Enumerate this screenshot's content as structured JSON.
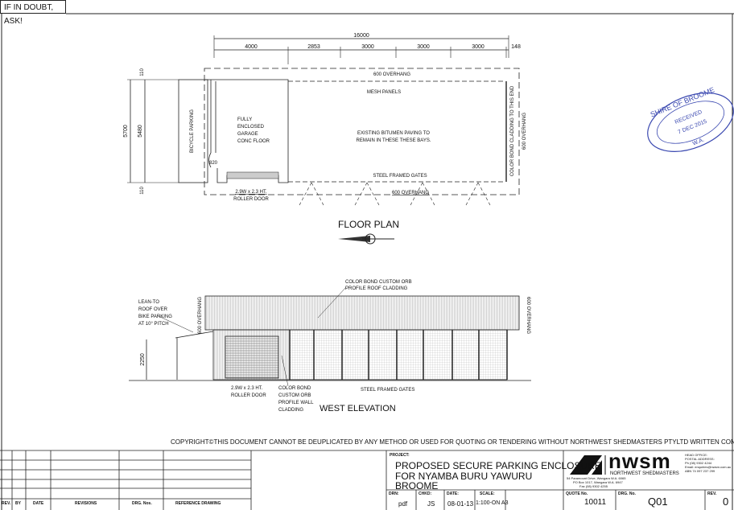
{
  "notice": "IF IN DOUBT, ASK!",
  "floor_plan": {
    "title": "FLOOR PLAN",
    "overall_dim": "16000",
    "bay_dims": [
      "4000",
      "2853",
      "3000",
      "3000",
      "3000",
      "148"
    ],
    "height_dims": {
      "overall": "5700",
      "inner": "5480",
      "top": "110",
      "bottom": "110"
    },
    "labels": {
      "overhang_top": "600 OVERHANG",
      "overhang_bottom": "600 OVERHANG",
      "overhang_right": "600 OVERHANG",
      "mesh_panels": "MESH PANELS",
      "bicycle_parking": "BICYCLE PARKING",
      "garage": [
        "FULLY",
        "ENCLOSED",
        "GARAGE",
        "CONC FLOOR"
      ],
      "door_width": "820",
      "paving": [
        "EXISTING BITUMEN PAVING TO",
        "REMAIN IN THESE THESE BAYS."
      ],
      "steel_gates": "STEEL FRAMED GATES",
      "cladding_end": "COLOR BOND CLADDING TO THIS END",
      "roller_door": [
        "2.9W x 2.3 HT.",
        "ROLLER DOOR"
      ]
    }
  },
  "elevation": {
    "title": "WEST ELEVATION",
    "roof_note": [
      "COLOR BOND CUSTOM ORB",
      "PROFILE ROOF CLADDING"
    ],
    "lean_to": [
      "LEAN-TO",
      "ROOF OVER",
      "BIKE PARKING",
      "AT 10° PITCH"
    ],
    "overhang_left": "600 OVERHANG",
    "overhang_right": "600 OVERHANG",
    "height": "2250",
    "roller_door": [
      "2.9W x 2.3 HT.",
      "ROLLER DOOR"
    ],
    "wall_note": [
      "COLOR BOND",
      "CUSTOM ORB",
      "PROFILE WALL",
      "CLADDING"
    ],
    "gates": "STEEL FRAMED GATES"
  },
  "stamp": {
    "top": "SHIRE OF BROOME",
    "middle": "RECEIVED",
    "date": "7 DEC 2015",
    "bottom": "W.A."
  },
  "copyright": "COPYRIGHT©THIS DOCUMENT CANNOT BE DEUPLICATED BY ANY METHOD OR USED FOR QUOTING OR TENDERING WITHOUT NORTHWEST SHEDMASTERS PTYLTD WRITTEN CONSENT.",
  "revisions_table": {
    "headers": [
      "REV.",
      "BY",
      "DATE",
      "REVISIONS",
      "DRG. Nos.",
      "REFERENCE DRAWING"
    ]
  },
  "title_block": {
    "project_label": "PROJECT:",
    "project": [
      "PROPOSED SECURE PARKING ENCLOSURE",
      "FOR NYAMBA BURU YAWURU",
      "BROOME"
    ],
    "drn_label": "DRN:",
    "drn": "pdf",
    "chkd_label": "CHKD:",
    "chkd": "JS",
    "date_label": "DATE:",
    "date": "08-01-13",
    "scale_label": "SCALE:",
    "scale": "1:100-ON A3",
    "quote_label": "QUOTE No.",
    "quote": "10011",
    "drg_label": "DRG. No.",
    "drg": "Q01",
    "rev_label": "REV.",
    "rev": "0",
    "company_logo": "nwsm",
    "company_name": "NORTHWEST SHEDMASTERS",
    "address": [
      "54 Paramount Drive, Wangara W.A. 6065",
      "PO Box 1017, Wangara W.A. 6947",
      "Fax (08) 9302 4255"
    ],
    "head_office": [
      "HEAD OFFICE:",
      "POSTAL ADDRESS:",
      "Ph (08) 9302 4244",
      "Email: enquiries@nwsm.com.au",
      "ABN 74 097 237 299"
    ]
  }
}
